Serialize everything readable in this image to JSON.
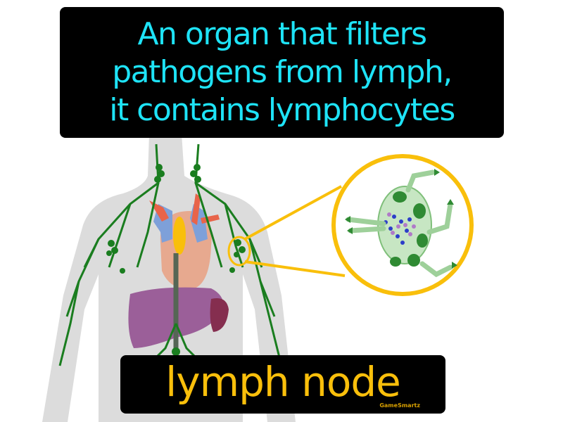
{
  "definition": {
    "lines": [
      "An organ that filters",
      "pathogens from lymph,",
      "it contains lymphocytes"
    ],
    "text_color": "#1ee3f7"
  },
  "term": {
    "label": "lymph node",
    "text_color": "#f9bf0b"
  },
  "brand": {
    "label": "GameSmartz"
  },
  "illustration": {
    "subject": "human torso lymphatic system",
    "magnifier_color": "#f9bf0b",
    "lymph_vessel_color": "#1a7d1f",
    "body_color": "#dcdcdc",
    "inset_subject": "lymph node cross-section with lymphocytes"
  }
}
